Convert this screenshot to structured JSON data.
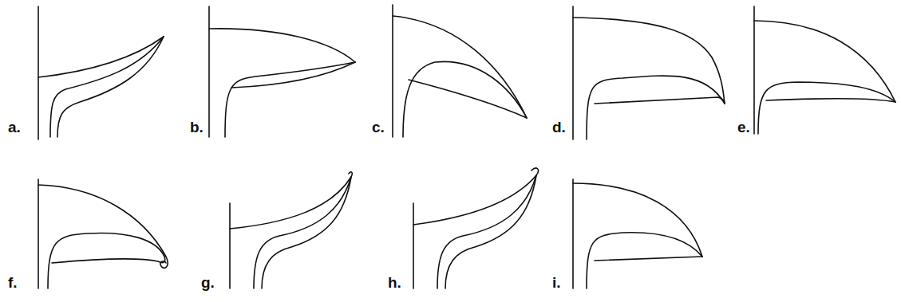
{
  "diagram": {
    "labels": [
      "a.",
      "b.",
      "c.",
      "d.",
      "e.",
      "f.",
      "g.",
      "h.",
      "i."
    ]
  }
}
